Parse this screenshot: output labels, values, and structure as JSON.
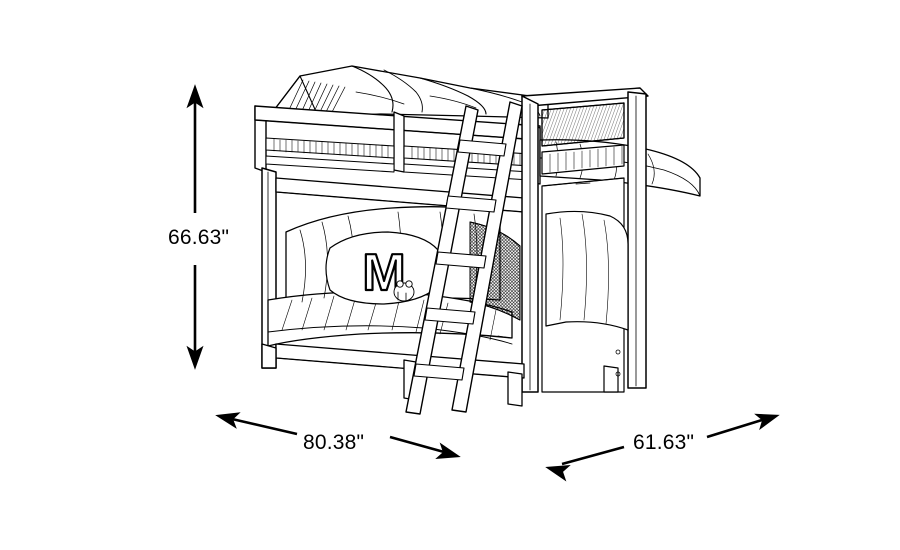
{
  "diagram": {
    "title": "Bunk Bed Dimension Diagram",
    "subject": "twin-over-full bunk bed with futon sofa and ladder",
    "background_color": "#ffffff",
    "line_color": "#000000",
    "style": "black-and-white line art product illustration"
  },
  "dimensions": {
    "height": {
      "label": "66.63\"",
      "value": 66.63,
      "unit": "inch",
      "axis": "vertical",
      "position": "left"
    },
    "width": {
      "label": "80.38\"",
      "value": 80.38,
      "unit": "inch",
      "axis": "horizontal",
      "position": "bottom-left"
    },
    "depth": {
      "label": "61.63\"",
      "value": 61.63,
      "unit": "inch",
      "axis": "horizontal",
      "position": "bottom-right"
    }
  },
  "pillow": {
    "monogram": "M"
  }
}
